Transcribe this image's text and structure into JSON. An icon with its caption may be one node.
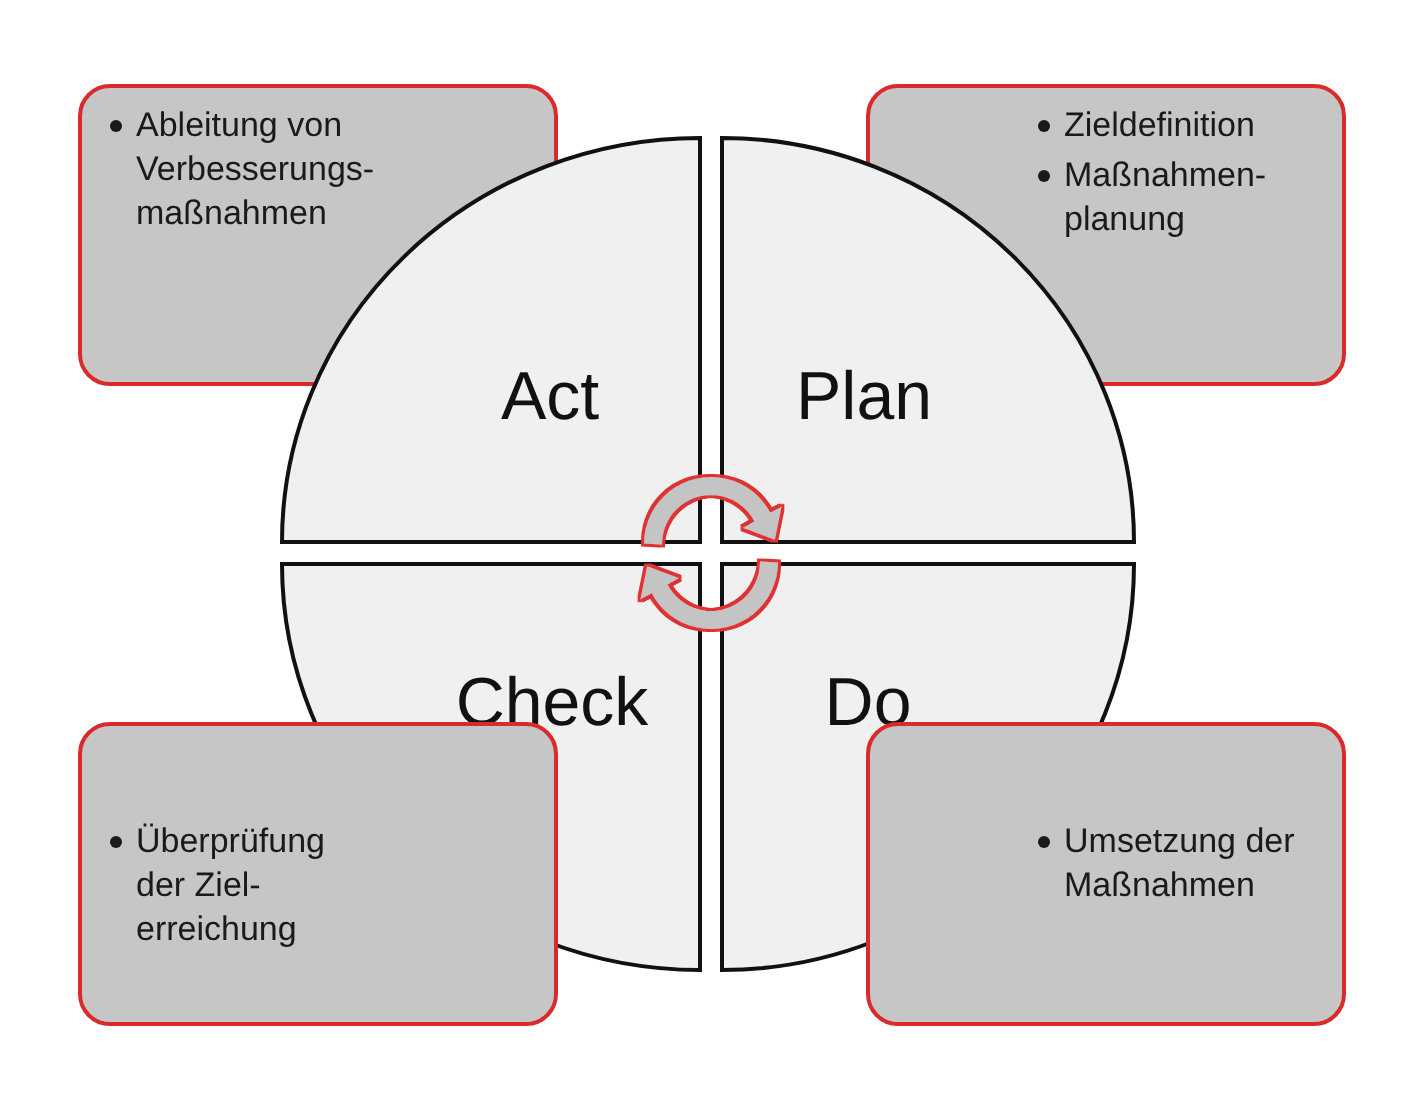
{
  "diagram": {
    "nodes": [
      {
        "text": [
          "Ableitung von Verbesserungs-maßnahmen"
        ]
      },
      {
        "text": [
          "Zieldefinition",
          "Maßnahmen-planung"
        ]
      },
      {
        "text": [
          "Act"
        ]
      },
      {
        "text": [
          "Plan"
        ]
      },
      {
        "text": [
          "Check"
        ]
      },
      {
        "text": [
          "Do"
        ]
      },
      {
        "text": [
          "Überprüfung der Ziel-erreichung"
        ]
      },
      {
        "text": [
          "Umsetzung der Maßnahmen"
        ]
      }
    ],
    "edges": [
      {
        "from": 2,
        "to": 3,
        "arrow": "to"
      },
      {
        "from": 5,
        "to": 4,
        "arrow": "to"
      }
    ]
  }
}
